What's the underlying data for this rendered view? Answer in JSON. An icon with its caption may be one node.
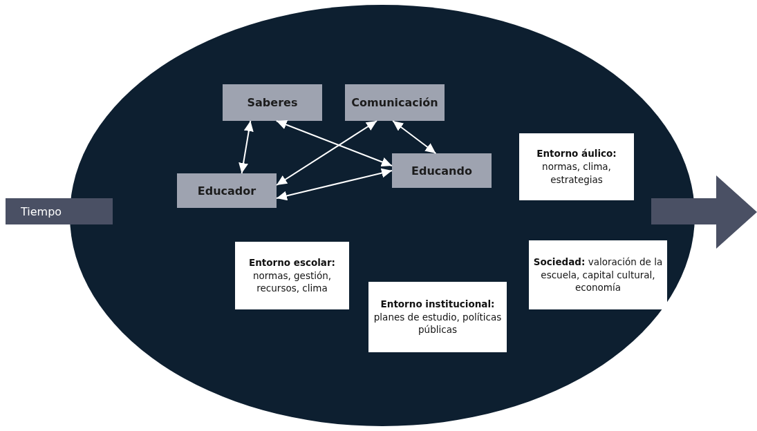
{
  "diagram": {
    "nodes": [
      {
        "text": [],
        "shape": "ellipse"
      },
      {
        "text": [
          "Saberes"
        ],
        "in": 0
      },
      {
        "text": [
          "Comunicación"
        ],
        "in": 0
      },
      {
        "text": [
          "Entorno áulico:",
          "normas, clima, estrategias"
        ],
        "in": 0
      },
      {
        "text": [
          "Educando"
        ],
        "in": 0
      },
      {
        "text": [
          "Educador"
        ],
        "in": 0
      },
      {
        "text": [
          "Tiempo"
        ]
      },
      {
        "text": [
          "**Sociedad:** valoración de la escuela, capital cultural, economía"
        ],
        "in": 0
      },
      {
        "text": [
          "Entorno escolar:",
          "normas, gestión, recursos, clima"
        ],
        "in": 0
      },
      {
        "text": [
          "Entorno institucional:",
          "planes de estudio, políticas públicas"
        ],
        "in": 0
      }
    ],
    "edges": [
      {
        "from": 1,
        "to": 5,
        "arrow": "both"
      },
      {
        "from": 1,
        "to": 4,
        "arrow": "both"
      },
      {
        "from": 2,
        "to": 5,
        "arrow": "both"
      },
      {
        "from": 2,
        "to": 4,
        "arrow": "both"
      },
      {
        "from": 5,
        "to": 4,
        "arrow": "both"
      }
    ]
  }
}
